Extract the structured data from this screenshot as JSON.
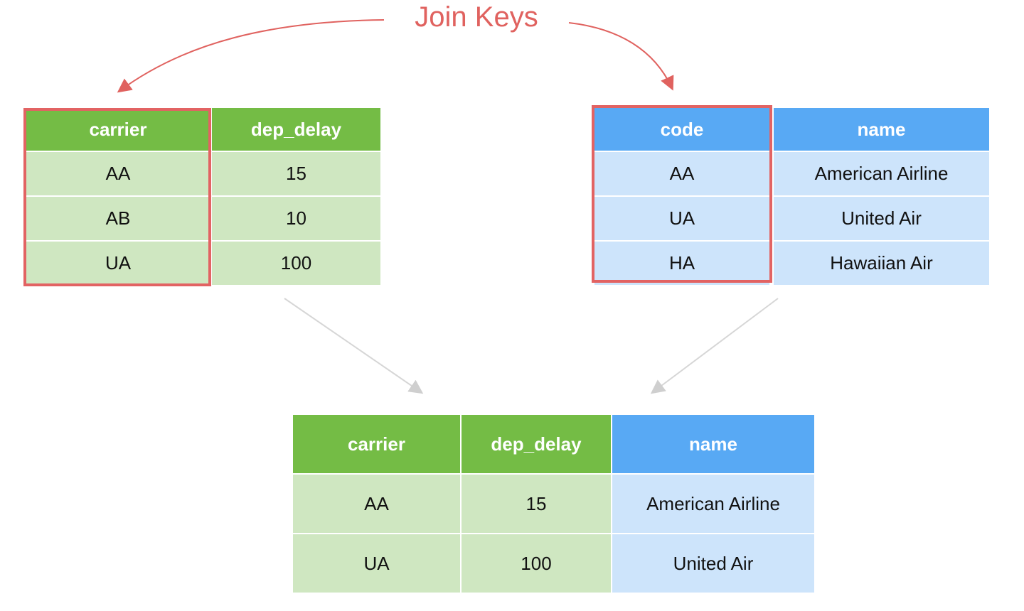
{
  "title": "Join Keys",
  "colors": {
    "accent_red": "#e0625f",
    "green_header": "#74bc45",
    "green_cell": "#cfe7c1",
    "blue_header": "#58a9f4",
    "blue_cell": "#cde4fb"
  },
  "left_table": {
    "headers": [
      "carrier",
      "dep_delay"
    ],
    "rows": [
      [
        "AA",
        "15"
      ],
      [
        "AB",
        "10"
      ],
      [
        "UA",
        "100"
      ]
    ]
  },
  "right_table": {
    "headers": [
      "code",
      "name"
    ],
    "rows": [
      [
        "AA",
        "American Airline"
      ],
      [
        "UA",
        "United Air"
      ],
      [
        "HA",
        "Hawaiian Air"
      ]
    ]
  },
  "result_table": {
    "headers": [
      "carrier",
      "dep_delay",
      "name"
    ],
    "rows": [
      [
        "AA",
        "15",
        "American Airline"
      ],
      [
        "UA",
        "100",
        "United Air"
      ]
    ]
  }
}
